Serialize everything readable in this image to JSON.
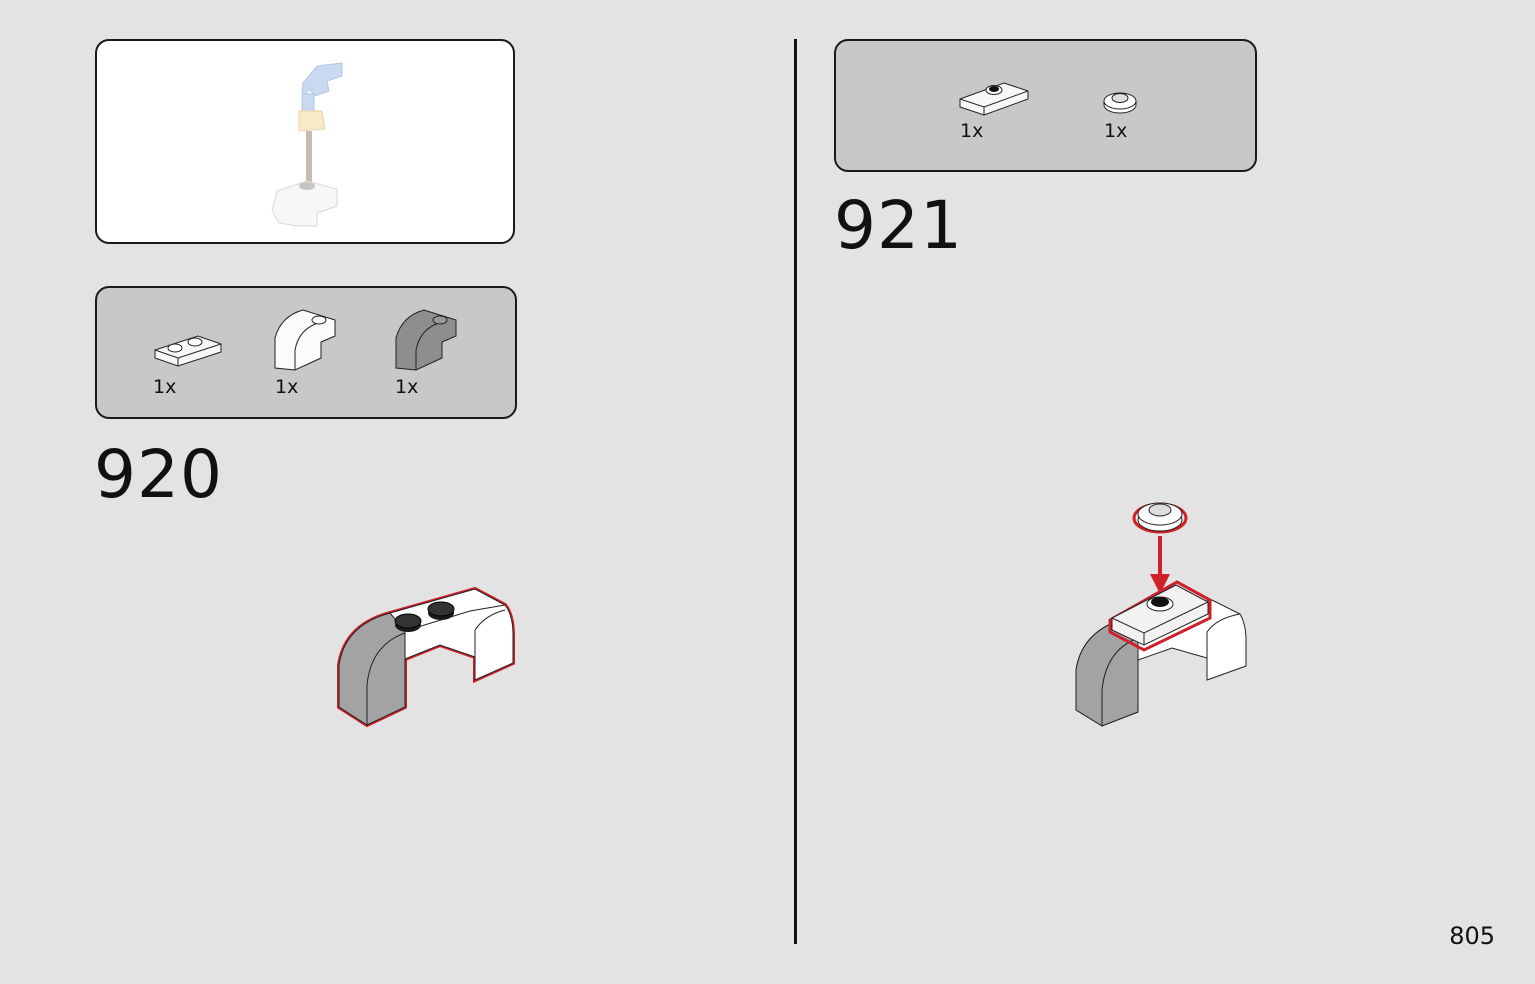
{
  "step_a": {
    "number": "920",
    "parts": [
      {
        "qty": "1x",
        "icon": "plate-1x2-white-icon"
      },
      {
        "qty": "1x",
        "icon": "curved-slope-white-icon"
      },
      {
        "qty": "1x",
        "icon": "curved-slope-grey-icon"
      }
    ]
  },
  "step_b": {
    "number": "921",
    "parts": [
      {
        "qty": "1x",
        "icon": "jumper-plate-white-icon"
      },
      {
        "qty": "1x",
        "icon": "round-plate-white-icon"
      }
    ]
  },
  "page": {
    "number": "805"
  },
  "colors": {
    "background": "#e3e3e3",
    "parts_box": "#c8c8c8",
    "highlight": "#d0202a",
    "grey_brick": "#a3a3a3",
    "white_brick": "#ffffff"
  }
}
